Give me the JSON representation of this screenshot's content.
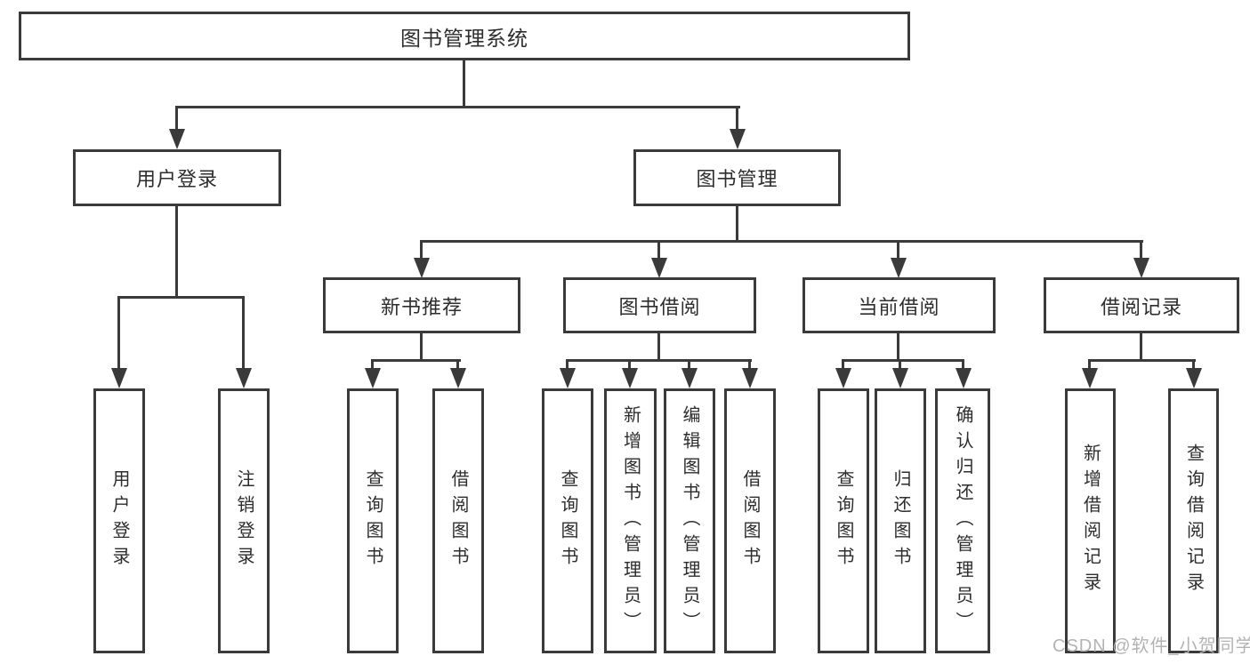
{
  "diagram": {
    "title": "图书管理系统",
    "watermark": "CSDN @软件_小贺同学",
    "colors": {
      "line": "#3a3a3a",
      "text": "#2d2d2d",
      "box_background": "#ffffff",
      "watermark": "#b3b3b3"
    },
    "nodes": {
      "root": {
        "label": "图书管理系统"
      },
      "user_login": {
        "label": "用户登录"
      },
      "book_mgmt": {
        "label": "图书管理"
      },
      "new_book_rec": {
        "label": "新书推荐"
      },
      "book_borrow": {
        "label": "图书借阅"
      },
      "current_borrow": {
        "label": "当前借阅"
      },
      "borrow_records": {
        "label": "借阅记录"
      },
      "ul_login": {
        "label": "用户登录"
      },
      "ul_logout": {
        "label": "注销登录"
      },
      "nbr_query": {
        "label": "查询图书"
      },
      "nbr_borrow": {
        "label": "借阅图书"
      },
      "bb_query": {
        "label": "查询图书"
      },
      "bb_add": {
        "label": "新增图书（管理员）"
      },
      "bb_edit": {
        "label": "编辑图书（管理员）"
      },
      "bb_borrow": {
        "label": "借阅图书"
      },
      "cb_query": {
        "label": "查询图书"
      },
      "cb_return": {
        "label": "归还图书"
      },
      "cb_confirm": {
        "label": "确认归还（管理员）"
      },
      "br_add": {
        "label": "新增借阅记录"
      },
      "br_query": {
        "label": "查询借阅记录"
      }
    },
    "hierarchy": {
      "图书管理系统": [
        "用户登录",
        "图书管理"
      ],
      "用户登录": [
        "用户登录",
        "注销登录"
      ],
      "图书管理": [
        "新书推荐",
        "图书借阅",
        "当前借阅",
        "借阅记录"
      ],
      "新书推荐": [
        "查询图书",
        "借阅图书"
      ],
      "图书借阅": [
        "查询图书",
        "新增图书（管理员）",
        "编辑图书（管理员）",
        "借阅图书"
      ],
      "当前借阅": [
        "查询图书",
        "归还图书",
        "确认归还（管理员）"
      ],
      "借阅记录": [
        "新增借阅记录",
        "查询借阅记录"
      ]
    }
  }
}
